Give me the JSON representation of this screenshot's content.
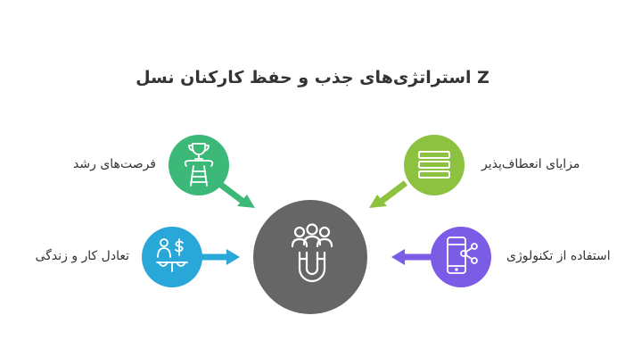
{
  "title": "Z استراتژی‌های جذب و حفظ کارکنان نسل",
  "center": {
    "icon": "team-magnet-icon",
    "color": "#666666"
  },
  "items": [
    {
      "label": "فرصت‌های رشد",
      "icon": "trophy-ladder-icon",
      "color": "#3cb878"
    },
    {
      "label": "تعادل کار و زندگی",
      "icon": "balance-scale-icon",
      "color": "#29a7d9"
    },
    {
      "label": "مزایای انعطاف‌پذیر",
      "icon": "list-icon",
      "color": "#8cc23f"
    },
    {
      "label": "استفاده از تکنولوژی",
      "icon": "smartphone-share-icon",
      "color": "#7b5ce6"
    }
  ]
}
